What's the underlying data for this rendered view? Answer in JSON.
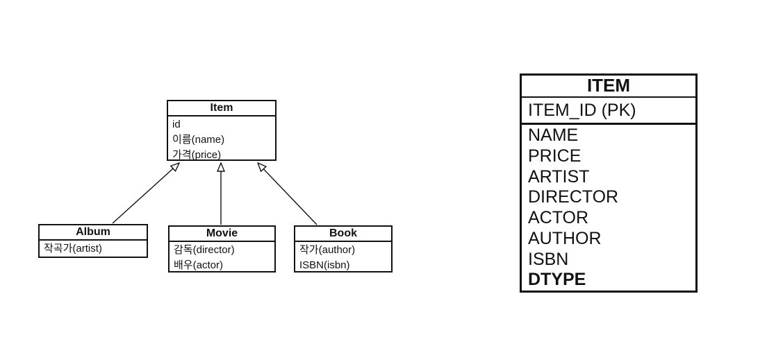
{
  "colors": {
    "ink": "#111111",
    "background": "#ffffff",
    "arrowhead_fill": "#ffffff"
  },
  "uml": {
    "item": {
      "name": "Item",
      "fields": [
        "id",
        "이름(name)",
        "가격(price)"
      ]
    },
    "album": {
      "name": "Album",
      "fields": [
        "작곡가(artist)"
      ]
    },
    "movie": {
      "name": "Movie",
      "fields": [
        "감독(director)",
        "배우(actor)"
      ]
    },
    "book": {
      "name": "Book",
      "fields": [
        "작가(author)",
        "ISBN(isbn)"
      ]
    }
  },
  "table": {
    "title": "ITEM",
    "pk": "ITEM_ID (PK)",
    "columns": [
      "NAME",
      "PRICE",
      "ARTIST",
      "DIRECTOR",
      "ACTOR",
      "AUTHOR",
      "ISBN",
      "DTYPE"
    ],
    "bold_column": "DTYPE"
  }
}
